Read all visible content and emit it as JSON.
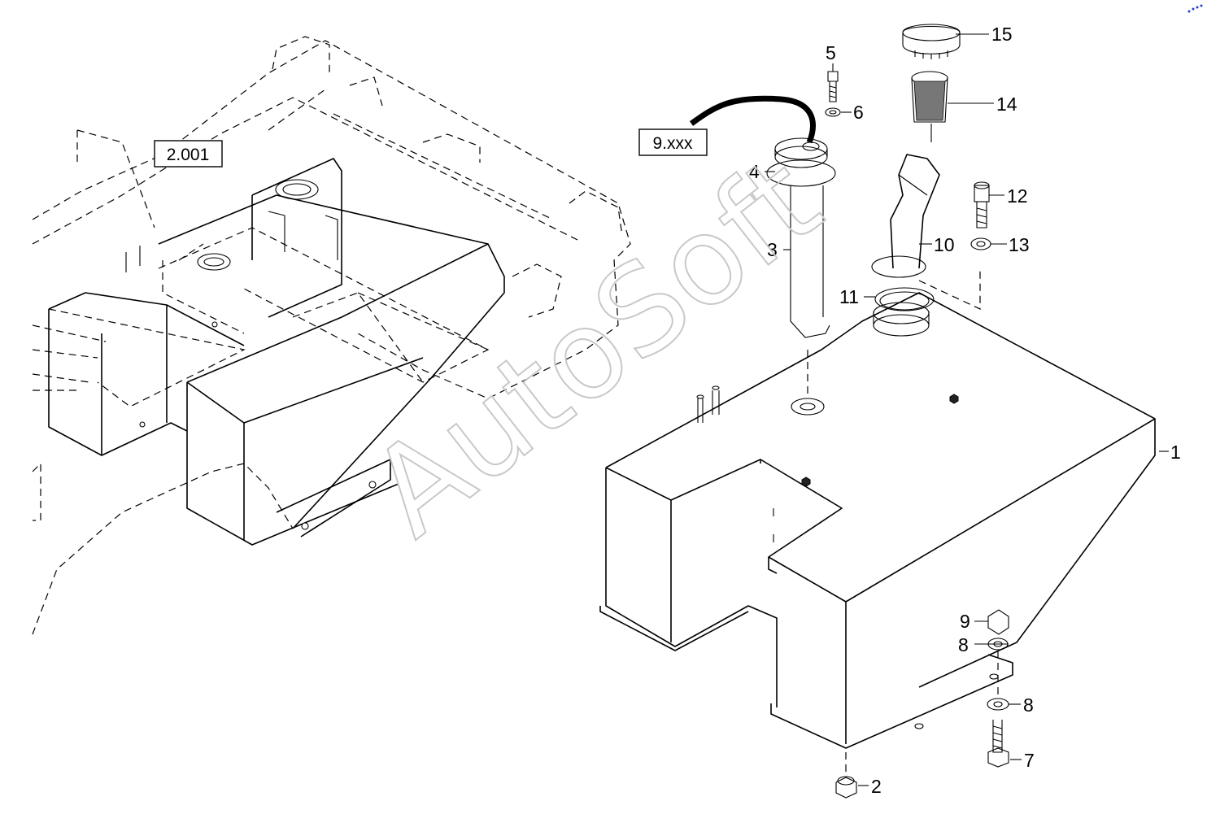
{
  "watermark": "AutoSoft",
  "reference_boxes": [
    {
      "label": "2.001"
    },
    {
      "label": "9.xxx"
    }
  ],
  "callouts": [
    "1",
    "2",
    "3",
    "4",
    "5",
    "6",
    "7",
    "8",
    "8",
    "9",
    "10",
    "11",
    "12",
    "13",
    "14",
    "15"
  ],
  "colors": {
    "line": "#000000",
    "watermark": "#c8c8c8",
    "background": "#ffffff"
  }
}
